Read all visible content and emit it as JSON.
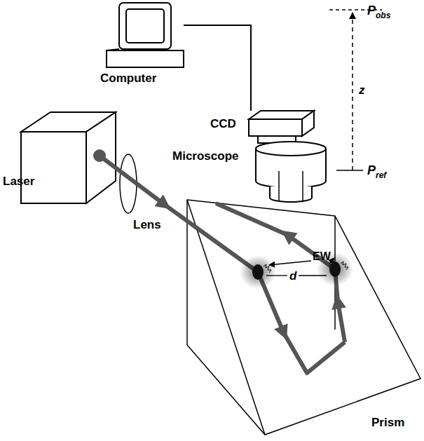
{
  "diagram": {
    "labels": [
      "Computer",
      "CCD",
      "Microscope",
      "Laser",
      "Lens",
      "EW",
      "d",
      "Prism",
      "z",
      "P",
      "obs",
      "P",
      "ref"
    ]
  }
}
